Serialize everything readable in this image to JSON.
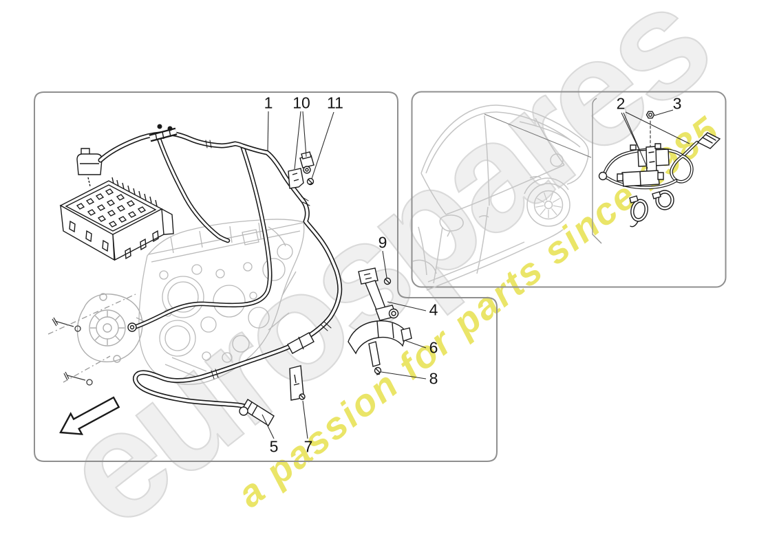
{
  "watermark": {
    "brand": "eurospares",
    "tagline": "a passion for parts since 1985"
  },
  "callouts": {
    "c1": "1",
    "c2": "2",
    "c3": "3",
    "c4": "4",
    "c5": "5",
    "c6": "6",
    "c7": "7",
    "c8": "8",
    "c9": "9",
    "c10": "10",
    "c11": "11"
  },
  "colors": {
    "panel_border": "#8f8f8f",
    "ink": "#1a1a1a",
    "engine_sketch": "#b9b9b9",
    "car_sketch": "#c4c4c4",
    "brand_fill": "#f0f0f0",
    "brand_stroke": "#dadada",
    "tagline": "#e5de3e"
  },
  "icons": {
    "direction_arrow": "block-arrow-down-left"
  }
}
